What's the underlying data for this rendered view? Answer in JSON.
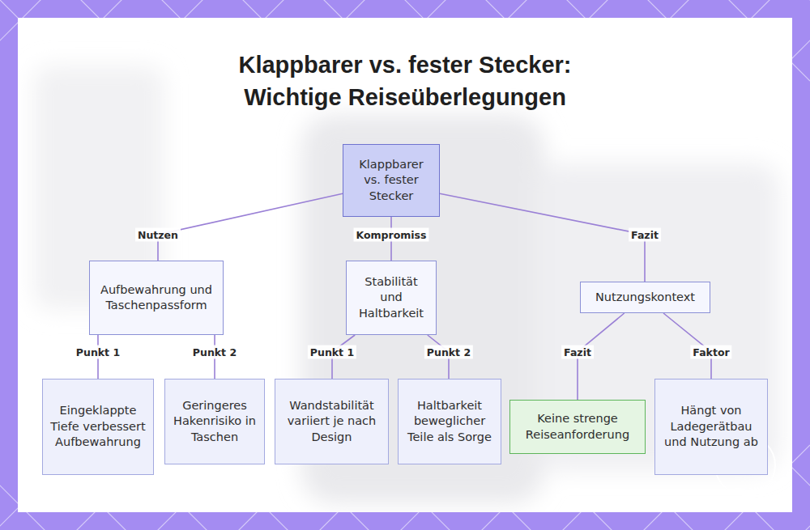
{
  "diagram": {
    "title": "Klappbarer vs. fester Stecker: Wichtige Reiseüberlegungen",
    "nodes": [
      {
        "text": [
          "Klappbarer vs. fester Stecker"
        ]
      },
      {
        "text": [
          "Aufbewahrung und Taschenpassform"
        ]
      },
      {
        "text": [
          "Stabilität und Haltbarkeit"
        ]
      },
      {
        "text": [
          "Nutzungskontext"
        ]
      },
      {
        "text": [
          "Eingeklappte Tiefe verbessert Aufbewahrung"
        ]
      },
      {
        "text": [
          "Geringeres Hakenrisiko in Taschen"
        ]
      },
      {
        "text": [
          "Wandstabilität variiert je nach Design"
        ]
      },
      {
        "text": [
          "Haltbarkeit beweglicher Teile als Sorge"
        ]
      },
      {
        "text": [
          "Keine strenge Reiseanforderung"
        ]
      },
      {
        "text": [
          "Hängt von Ladegerätbau und Nutzung ab"
        ]
      }
    ],
    "edges": [
      {
        "from": 0,
        "to": 1,
        "label": "Nutzen",
        "arrow": "none"
      },
      {
        "from": 0,
        "to": 2,
        "label": "Kompromiss",
        "arrow": "none"
      },
      {
        "from": 0,
        "to": 3,
        "label": "Fazit",
        "arrow": "none"
      },
      {
        "from": 1,
        "to": 4,
        "label": "Punkt 1",
        "arrow": "none"
      },
      {
        "from": 1,
        "to": 5,
        "label": "Punkt 2",
        "arrow": "none"
      },
      {
        "from": 2,
        "to": 6,
        "label": "Punkt 1",
        "arrow": "none"
      },
      {
        "from": 2,
        "to": 7,
        "label": "Punkt 2",
        "arrow": "none"
      },
      {
        "from": 3,
        "to": 8,
        "label": "Fazit",
        "arrow": "none"
      },
      {
        "from": 3,
        "to": 9,
        "label": "Faktor",
        "arrow": "none"
      }
    ]
  }
}
